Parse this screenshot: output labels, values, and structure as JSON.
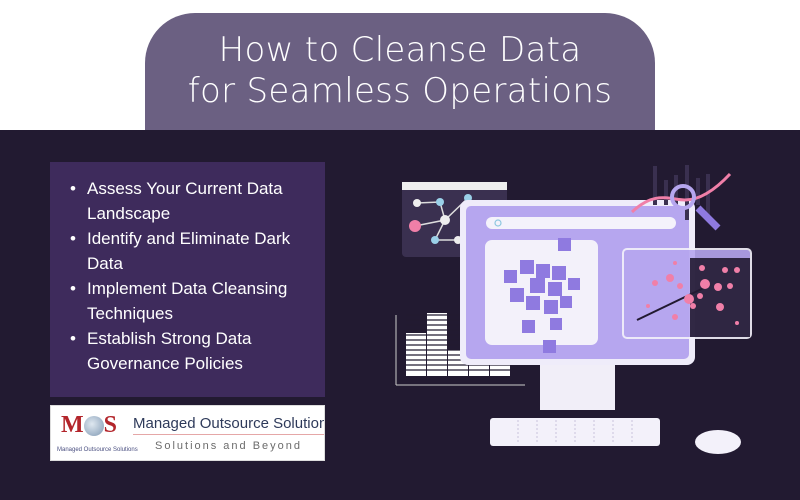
{
  "title": {
    "line1": "How to Cleanse Data",
    "line2": "for Seamless Operations"
  },
  "steps": [
    "Assess Your Current Data Landscape",
    "Identify and Eliminate Dark Data",
    "Implement Data Cleansing Techniques",
    "Establish Strong Data Governance Policies"
  ],
  "logo": {
    "mark_m": "M",
    "mark_s": "S",
    "mark_sub": "Managed Outsource Solutions",
    "name": "Managed Outsource Solutions",
    "tagline": "Solutions and Beyond"
  },
  "colors": {
    "header_pill": "#6b6082",
    "background": "#221a31",
    "list_box": "#3e2b5c",
    "accent_purple": "#a695e6",
    "accent_pink": "#f07fa8"
  }
}
